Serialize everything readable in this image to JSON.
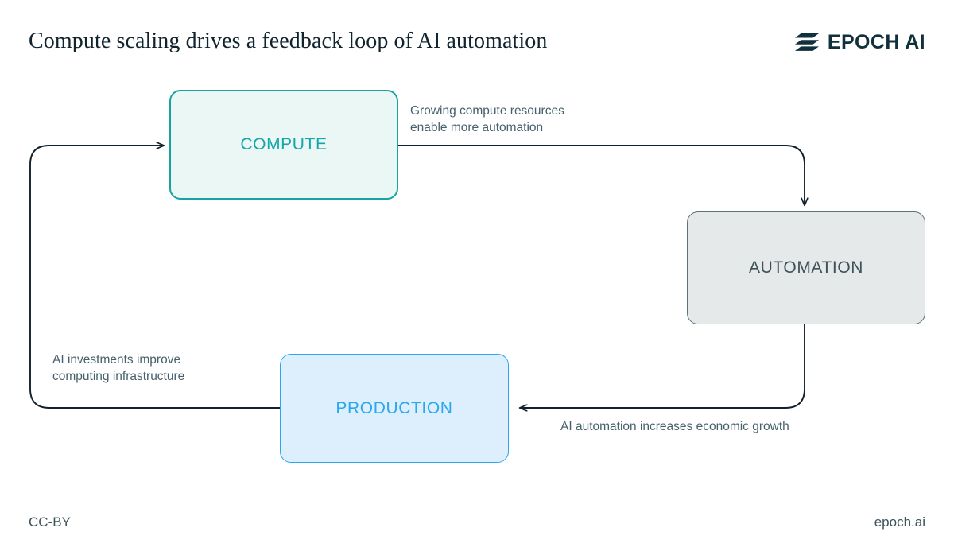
{
  "header": {
    "title": "Compute scaling drives a feedback loop of AI automation",
    "logo_text": "EPOCH AI",
    "logo_mark": "three-slanted-bars-icon"
  },
  "diagram": {
    "type": "feedback-loop",
    "background_color": "#ffffff",
    "nodes": [
      {
        "id": "compute",
        "label": "COMPUTE",
        "fill": "#eaf7f5",
        "border": "#17a2a4",
        "text_color": "#17a6a8"
      },
      {
        "id": "automation",
        "label": "AUTOMATION",
        "fill": "#e5e9ea",
        "border": "#5c7179",
        "text_color": "#3d5259"
      },
      {
        "id": "production",
        "label": "PRODUCTION",
        "fill": "#ddeffc",
        "border": "#2ba7f0",
        "text_color": "#2ba7f0"
      }
    ],
    "edges": [
      {
        "id": "compute-to-automation",
        "from": "compute",
        "to": "automation",
        "label": "Growing compute resources\nenable more automation"
      },
      {
        "id": "automation-to-production",
        "from": "automation",
        "to": "production",
        "label": "AI automation increases economic growth"
      },
      {
        "id": "production-to-compute",
        "from": "production",
        "to": "compute",
        "label": "AI investments improve\ncomputing infrastructure"
      }
    ],
    "edge_color": "#12212b"
  },
  "footer": {
    "license": "CC-BY",
    "site": "epoch.ai"
  }
}
